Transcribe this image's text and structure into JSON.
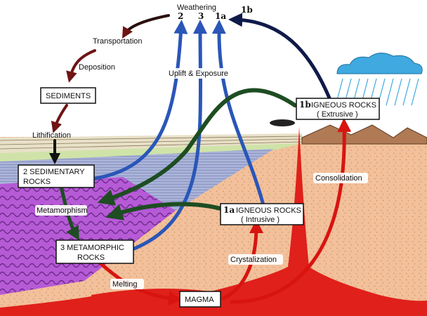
{
  "labels": {
    "weathering": "Weathering",
    "num_2": "2",
    "num_3": "3",
    "num_1a": "1a",
    "num_1b": "1b",
    "transportation": "Transportation",
    "deposition": "Deposition",
    "lithification": "Lithification",
    "uplift": "Uplift & Exposure",
    "metamorphism": "Metamorphism",
    "consolidation": "Consolidation",
    "crystalization": "Crystalization",
    "melting": "Melting"
  },
  "boxes": {
    "sediments": "SEDIMENTS",
    "sedimentary_1": "2 SEDIMENTARY",
    "sedimentary_2": "ROCKS",
    "metamorphic_1": "3 METAMORPHIC",
    "metamorphic_2": "ROCKS",
    "intrusive_num": "1a",
    "intrusive_1": "IGNEOUS ROCKS",
    "intrusive_2": "( Intrusive )",
    "extrusive_num": "1b",
    "extrusive_1": "IGNEOUS ROCKS",
    "extrusive_2": "( Extrusive )",
    "magma": "MAGMA"
  },
  "colors": {
    "sky": "#ffffff",
    "ground": "#f2c09a",
    "magma": "#e0201a",
    "metamorphic": "#b65ad6",
    "strata_blue": "#a9b3d8",
    "uplift_arrow": "#2a56b8",
    "weathering_arrow": "#101a4a",
    "green_arrow": "#1e4d22",
    "maroon_arrow": "#6e1414",
    "rain": "#3fa9e0"
  }
}
